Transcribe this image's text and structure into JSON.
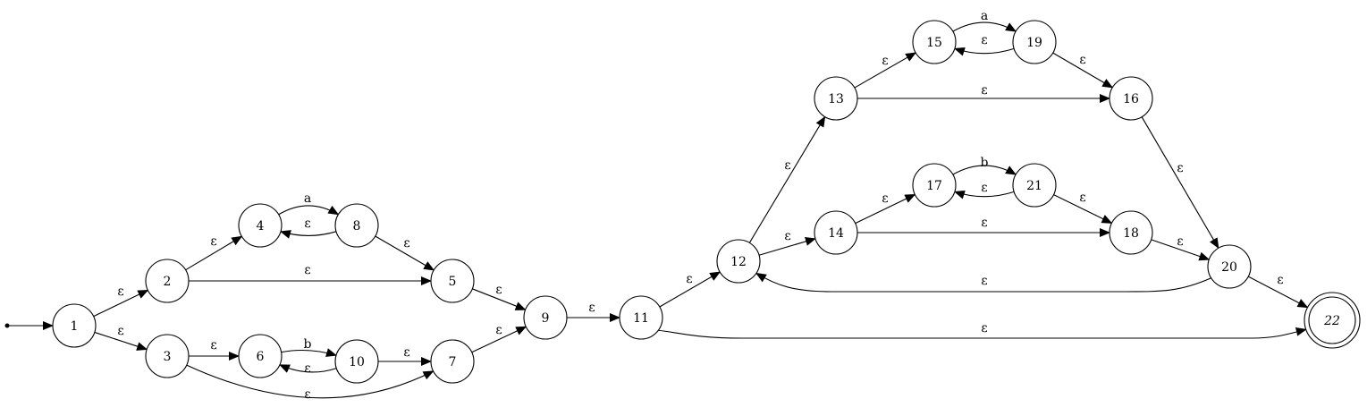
{
  "diagram": {
    "type": "state-diagram",
    "start_state": "1",
    "accepting_states": [
      "22"
    ],
    "states": [
      {
        "id": "1",
        "label": "1"
      },
      {
        "id": "2",
        "label": "2"
      },
      {
        "id": "3",
        "label": "3"
      },
      {
        "id": "4",
        "label": "4"
      },
      {
        "id": "5",
        "label": "5"
      },
      {
        "id": "6",
        "label": "6"
      },
      {
        "id": "7",
        "label": "7"
      },
      {
        "id": "8",
        "label": "8"
      },
      {
        "id": "9",
        "label": "9"
      },
      {
        "id": "10",
        "label": "10"
      },
      {
        "id": "11",
        "label": "11"
      },
      {
        "id": "12",
        "label": "12"
      },
      {
        "id": "13",
        "label": "13"
      },
      {
        "id": "14",
        "label": "14"
      },
      {
        "id": "15",
        "label": "15"
      },
      {
        "id": "16",
        "label": "16"
      },
      {
        "id": "17",
        "label": "17"
      },
      {
        "id": "18",
        "label": "18"
      },
      {
        "id": "19",
        "label": "19"
      },
      {
        "id": "20",
        "label": "20"
      },
      {
        "id": "21",
        "label": "21"
      },
      {
        "id": "22",
        "label": "22"
      }
    ],
    "transitions": [
      {
        "from": "1",
        "to": "2",
        "label": "ε"
      },
      {
        "from": "1",
        "to": "3",
        "label": "ε"
      },
      {
        "from": "2",
        "to": "4",
        "label": "ε"
      },
      {
        "from": "2",
        "to": "5",
        "label": "ε"
      },
      {
        "from": "4",
        "to": "8",
        "label": "a"
      },
      {
        "from": "8",
        "to": "4",
        "label": "ε"
      },
      {
        "from": "8",
        "to": "5",
        "label": "ε"
      },
      {
        "from": "3",
        "to": "6",
        "label": "ε"
      },
      {
        "from": "3",
        "to": "7",
        "label": "ε"
      },
      {
        "from": "6",
        "to": "10",
        "label": "b"
      },
      {
        "from": "10",
        "to": "6",
        "label": "ε"
      },
      {
        "from": "10",
        "to": "7",
        "label": "ε"
      },
      {
        "from": "5",
        "to": "9",
        "label": "ε"
      },
      {
        "from": "7",
        "to": "9",
        "label": "ε"
      },
      {
        "from": "9",
        "to": "11",
        "label": "ε"
      },
      {
        "from": "11",
        "to": "12",
        "label": "ε"
      },
      {
        "from": "11",
        "to": "22",
        "label": "ε"
      },
      {
        "from": "12",
        "to": "13",
        "label": "ε"
      },
      {
        "from": "12",
        "to": "14",
        "label": "ε"
      },
      {
        "from": "13",
        "to": "15",
        "label": "ε"
      },
      {
        "from": "13",
        "to": "16",
        "label": "ε"
      },
      {
        "from": "15",
        "to": "19",
        "label": "a"
      },
      {
        "from": "19",
        "to": "15",
        "label": "ε"
      },
      {
        "from": "19",
        "to": "16",
        "label": "ε"
      },
      {
        "from": "14",
        "to": "17",
        "label": "ε"
      },
      {
        "from": "14",
        "to": "18",
        "label": "ε"
      },
      {
        "from": "17",
        "to": "21",
        "label": "b"
      },
      {
        "from": "21",
        "to": "17",
        "label": "ε"
      },
      {
        "from": "21",
        "to": "18",
        "label": "ε"
      },
      {
        "from": "16",
        "to": "20",
        "label": "ε"
      },
      {
        "from": "18",
        "to": "20",
        "label": "ε"
      },
      {
        "from": "20",
        "to": "12",
        "label": "ε"
      },
      {
        "from": "20",
        "to": "22",
        "label": "ε"
      }
    ]
  },
  "colors": {
    "stroke": "#000000",
    "background": "#ffffff"
  }
}
